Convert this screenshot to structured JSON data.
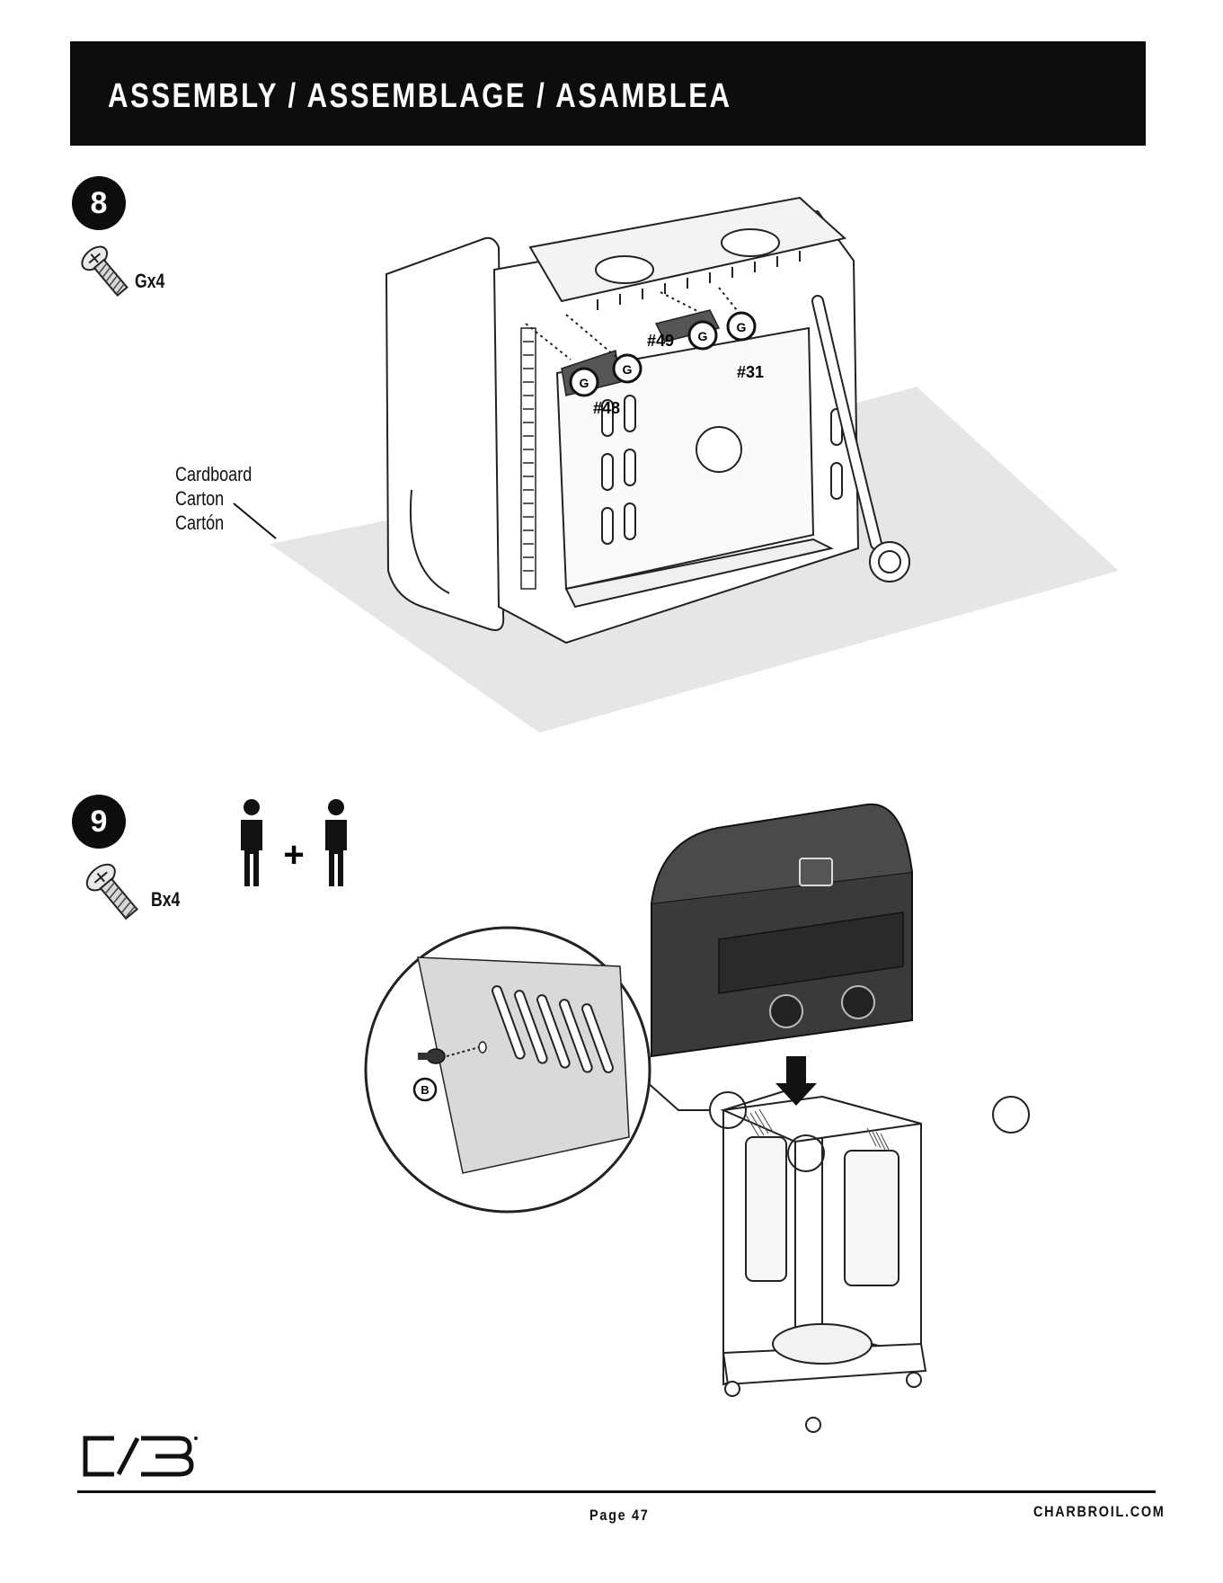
{
  "header": {
    "title": "ASSEMBLY / ASSEMBLAGE / ASAMBLEA"
  },
  "step8": {
    "number": "8",
    "hardware_qty": "Gx4",
    "carton_label": [
      "Cardboard",
      "Carton",
      "Cartón"
    ],
    "callouts": {
      "part_49": "#49",
      "part_48": "#48",
      "part_31": "#31",
      "screw_letter": "G"
    }
  },
  "step9": {
    "number": "9",
    "hardware_qty": "Bx4",
    "people_plus": "+",
    "callouts": {
      "screw_letter": "B"
    }
  },
  "footer": {
    "page": "Page 47",
    "website": "CHARBROIL.COM"
  },
  "icons": {
    "step8_screw": "phillips-screw-icon",
    "step9_screw": "phillips-screw-icon",
    "two_person": "two-person-lift-icon",
    "logo": "charbroil-logo"
  },
  "colors": {
    "header_bg": "#0d0d0d",
    "floor_gray": "#e6e6e6",
    "grill_dark": "#3a3a3a"
  }
}
